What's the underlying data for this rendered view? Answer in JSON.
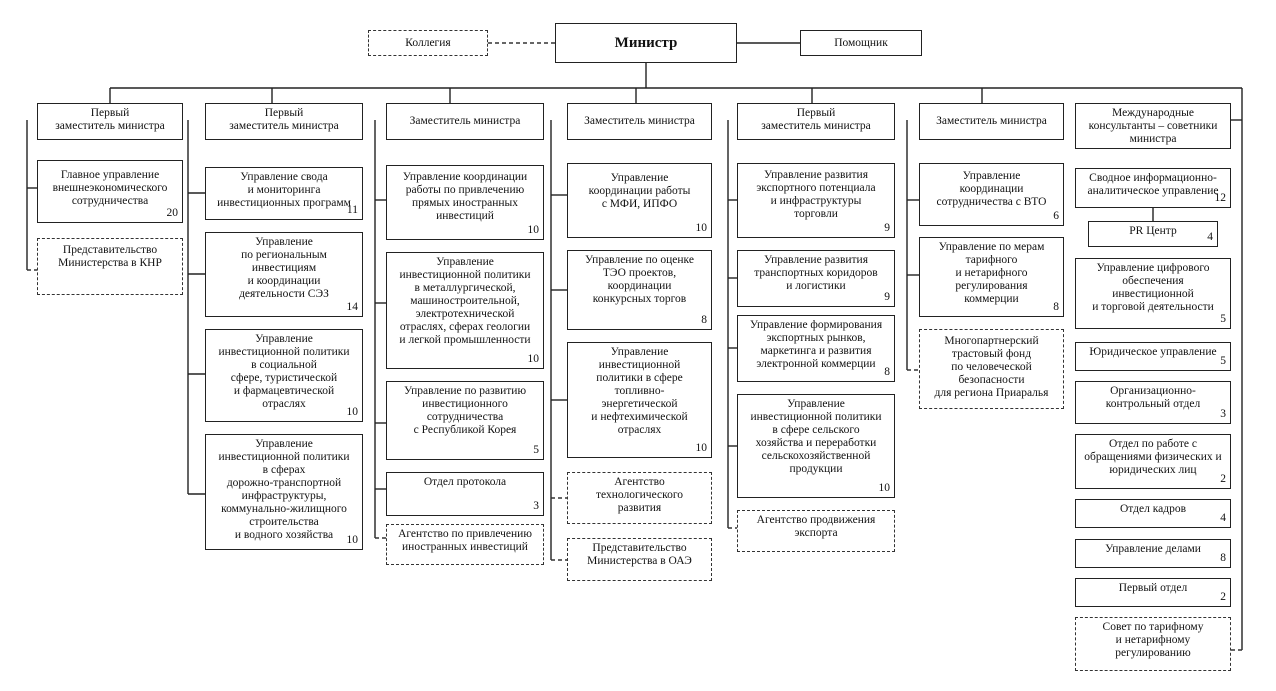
{
  "top": {
    "minister": "Министр",
    "collegium": "Коллегия",
    "assistant": "Помощник"
  },
  "columns": [
    {
      "head": "Первый\nзаместитель министра",
      "units": [
        {
          "name": "Главное управление\nвнешнеэкономического\nсотрудничества",
          "count": "20"
        }
      ],
      "dashed": [
        "Представительство\nМинистерства в КНР"
      ]
    },
    {
      "head": "Первый\nзаместитель министра",
      "units": [
        {
          "name": "Управление свода\nи мониторинга\nинвестиционных программ",
          "count": "11"
        },
        {
          "name": "Управление\nпо региональным\nинвестициям\nи координации\nдеятельности СЭЗ",
          "count": "14"
        },
        {
          "name": "Управление\nинвестиционной политики\nв социальной\nсфере, туристической\nи фармацевтической\nотраслях",
          "count": "10"
        },
        {
          "name": "Управление\nинвестиционной политики\nв сферах\nдорожно-транспортной\nинфраструктуры,\nкоммунально-жилищного\nстроительства\nи водного хозяйства",
          "count": "10"
        }
      ],
      "dashed": []
    },
    {
      "head": "Заместитель министра",
      "units": [
        {
          "name": "Управление координации\nработы по привлечению\nпрямых иностранных\nинвестиций",
          "count": "10"
        },
        {
          "name": "Управление\nинвестиционной политики\nв металлургической,\nмашиностроительной,\nэлектротехнической\nотраслях, сферах геологии\nи легкой промышленности",
          "count": "10"
        },
        {
          "name": "Управление по развитию\nинвестиционного\nсотрудничества\nс Республикой Корея",
          "count": "5"
        },
        {
          "name": "Отдел протокола",
          "count": "3"
        }
      ],
      "dashed": [
        "Агентство по привлечению\nиностранных инвестиций"
      ]
    },
    {
      "head": "Заместитель министра",
      "units": [
        {
          "name": "Управление\nкоординации работы\nс МФИ, ИПФО",
          "count": "10"
        },
        {
          "name": "Управление по оценке\nТЭО проектов,\nкоординации\nконкурсных торгов",
          "count": "8"
        },
        {
          "name": "Управление\nинвестиционной\nполитики в сфере\nтопливно-\nэнергетической\nи нефтехимической\nотраслях",
          "count": "10"
        }
      ],
      "dashed": [
        "Агентство\nтехнологического\nразвития",
        "Представительство\nМинистерства в ОАЭ"
      ]
    },
    {
      "head": "Первый\nзаместитель министра",
      "units": [
        {
          "name": "Управление развития\nэкспортного потенциала\nи инфраструктуры\nторговли",
          "count": "9"
        },
        {
          "name": "Управление развития\nтранспортных коридоров\nи логистики",
          "count": "9"
        },
        {
          "name": "Управление формирования\nэкспортных рынков,\nмаркетинга и развития\nэлектронной коммерции",
          "count": "8"
        },
        {
          "name": "Управление\nинвестиционной политики\nв сфере сельского\nхозяйства и переработки\nсельскохозяйственной\nпродукции",
          "count": "10"
        }
      ],
      "dashed": [
        "Агентство продвижения\nэкспорта"
      ]
    },
    {
      "head": "Заместитель министра",
      "units": [
        {
          "name": "Управление\nкоординации\nсотрудничества с ВТО",
          "count": "6"
        },
        {
          "name": "Управление по мерам\nтарифного\nи нетарифного\nрегулирования\nкоммерции",
          "count": "8"
        }
      ],
      "dashed": [
        "Многопартнерский\nтрастовый фонд\nпо человеческой\nбезопасности\nдля региона Приаралья"
      ]
    },
    {
      "head": "Международные\nконсультанты – советники\nминистра",
      "units": [
        {
          "name": "Сводное информационно-\nаналитическое управление",
          "count": "12"
        },
        {
          "name": "PR Центр",
          "count": "4"
        },
        {
          "name": "Управление цифрового\nобеспечения\nинвестиционной\nи торговой деятельности",
          "count": "5"
        },
        {
          "name": "Юридическое управление",
          "count": "5"
        },
        {
          "name": "Организационно-\nконтрольный отдел",
          "count": "3"
        },
        {
          "name": "Отдел по работе с\nобращениями физических и\nюридических лиц",
          "count": "2"
        },
        {
          "name": "Отдел кадров",
          "count": "4"
        },
        {
          "name": "Управление делами",
          "count": "8"
        },
        {
          "name": "Первый отдел",
          "count": "2"
        }
      ],
      "dashed": [
        "Совет по тарифному\nи нетарифному\nрегулированию"
      ]
    }
  ]
}
